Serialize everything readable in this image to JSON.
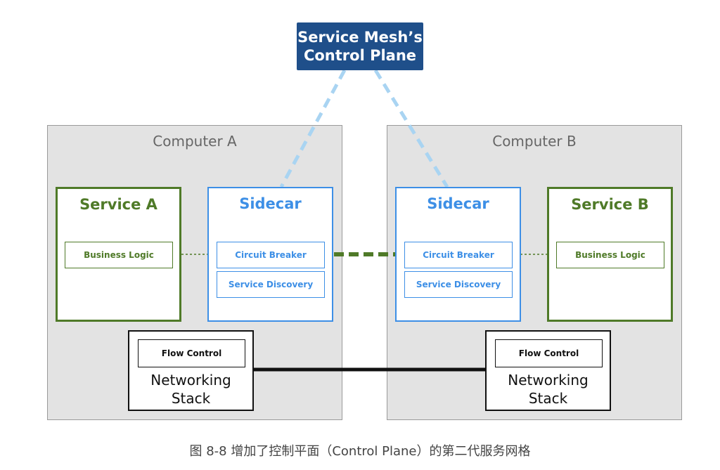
{
  "control_plane": {
    "line1": "Service Mesh’s",
    "line2": "Control Plane"
  },
  "computer_a": {
    "title": "Computer A",
    "service": {
      "title": "Service A",
      "business_logic": "Business Logic"
    },
    "sidecar": {
      "title": "Sidecar",
      "circuit_breaker": "Circuit Breaker",
      "service_discovery": "Service Discovery"
    },
    "networking": {
      "flow_control": "Flow Control",
      "line1": "Networking",
      "line2": "Stack"
    }
  },
  "computer_b": {
    "title": "Computer B",
    "service": {
      "title": "Service B",
      "business_logic": "Business Logic"
    },
    "sidecar": {
      "title": "Sidecar",
      "circuit_breaker": "Circuit Breaker",
      "service_discovery": "Service Discovery"
    },
    "networking": {
      "flow_control": "Flow Control",
      "line1": "Networking",
      "line2": "Stack"
    }
  },
  "caption": "图 8-8 增加了控制平面（Control Plane）的第二代服务网格",
  "colors": {
    "control_plane_bg": "#1f4f8a",
    "service_green": "#4f7a28",
    "sidecar_blue": "#3d8fe6",
    "control_link_blue": "#a9d4f2",
    "computer_bg": "#e3e3e3"
  }
}
